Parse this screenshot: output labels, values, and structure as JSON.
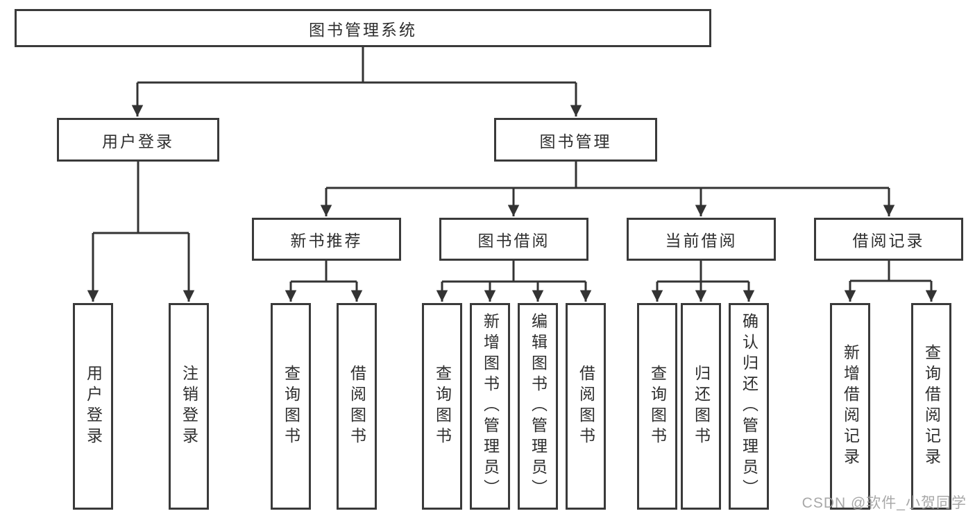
{
  "diagram_title": "图书管理系统",
  "nodes": {
    "root": {
      "label": "图书管理系统"
    },
    "user_login": {
      "label": "用户登录"
    },
    "book_mgmt": {
      "label": "图书管理"
    },
    "new_book_rec": {
      "label": "新书推荐"
    },
    "book_borrow": {
      "label": "图书借阅"
    },
    "current_borrow": {
      "label": "当前借阅"
    },
    "borrow_record": {
      "label": "借阅记录"
    },
    "leaf_user_login": {
      "label": "用户登录"
    },
    "leaf_logout": {
      "label": "注销登录"
    },
    "leaf_query_book_1": {
      "label": "查询图书"
    },
    "leaf_borrow_book_1": {
      "label": "借阅图书"
    },
    "leaf_query_book_2": {
      "label": "查询图书"
    },
    "leaf_add_book": {
      "label": "新增图书（管理员）"
    },
    "leaf_edit_book": {
      "label": "编辑图书（管理员）"
    },
    "leaf_borrow_book_2": {
      "label": "借阅图书"
    },
    "leaf_query_book_3": {
      "label": "查询图书"
    },
    "leaf_return_book": {
      "label": "归还图书"
    },
    "leaf_confirm_return": {
      "label": "确认归还（管理员）"
    },
    "leaf_add_record": {
      "label": "新增借阅记录"
    },
    "leaf_query_record": {
      "label": "查询借阅记录"
    }
  },
  "hierarchy": {
    "图书管理系统": {
      "用户登录": [
        "用户登录",
        "注销登录"
      ],
      "图书管理": {
        "新书推荐": [
          "查询图书",
          "借阅图书"
        ],
        "图书借阅": [
          "查询图书",
          "新增图书（管理员）",
          "编辑图书（管理员）",
          "借阅图书"
        ],
        "当前借阅": [
          "查询图书",
          "归还图书",
          "确认归还（管理员）"
        ],
        "借阅记录": [
          "新增借阅记录",
          "查询借阅记录"
        ]
      }
    }
  },
  "watermark": "CSDN @软件_小贺同学",
  "colors": {
    "line": "#333333",
    "box_border": "#3a3a3a",
    "text": "#2e2e2e",
    "watermark": "#9e9e9e",
    "background": "#ffffff"
  }
}
